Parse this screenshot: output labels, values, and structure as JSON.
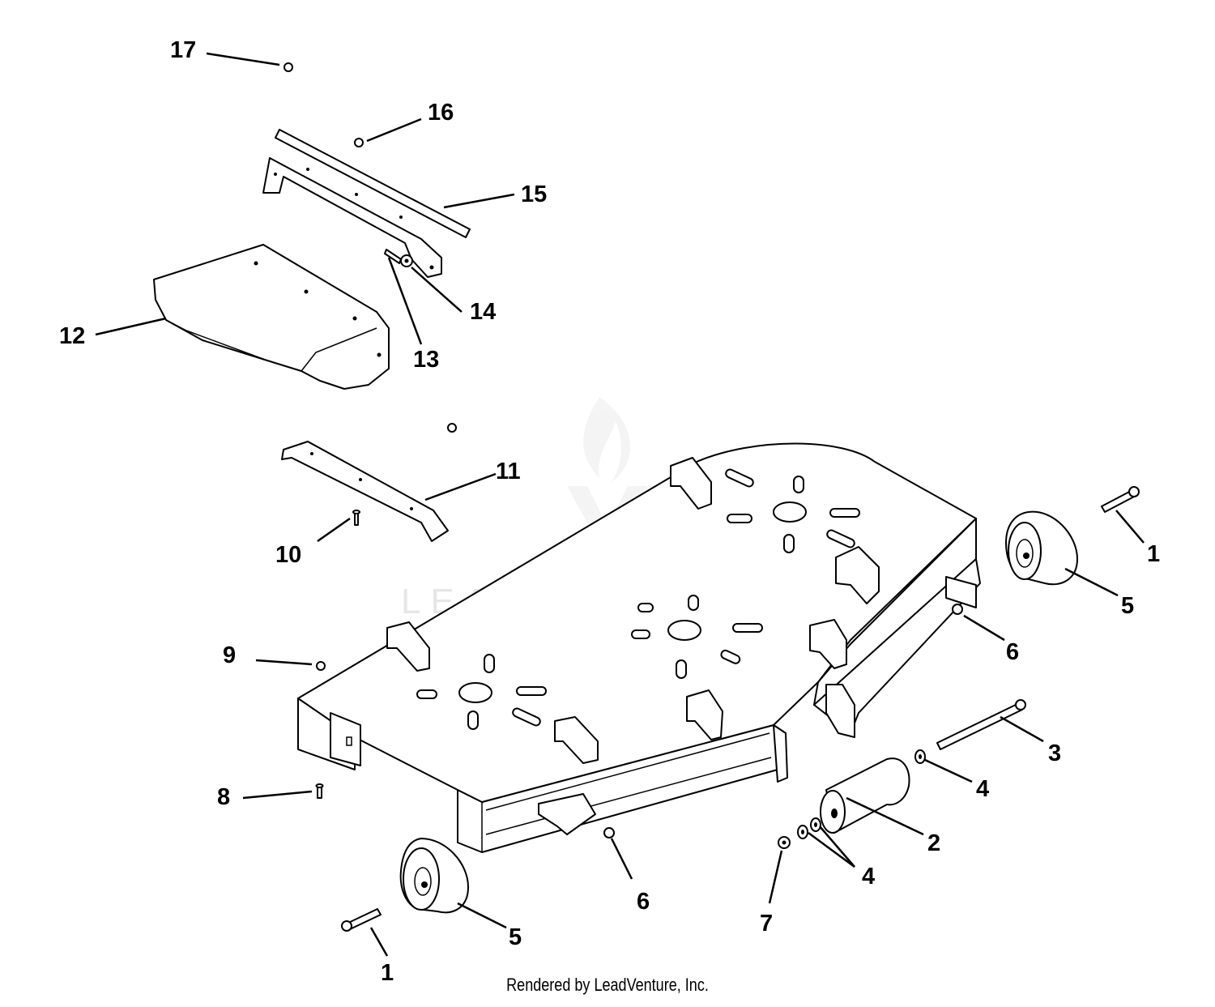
{
  "watermark": "LEADVENTURE",
  "footer": "Rendered by LeadVenture, Inc.",
  "callouts": [
    "17",
    "16",
    "15",
    "14",
    "13",
    "12",
    "11",
    "10",
    "9",
    "8",
    "1",
    "5",
    "6",
    "3",
    "4",
    "2",
    "4",
    "7",
    "6",
    "5",
    "1"
  ]
}
